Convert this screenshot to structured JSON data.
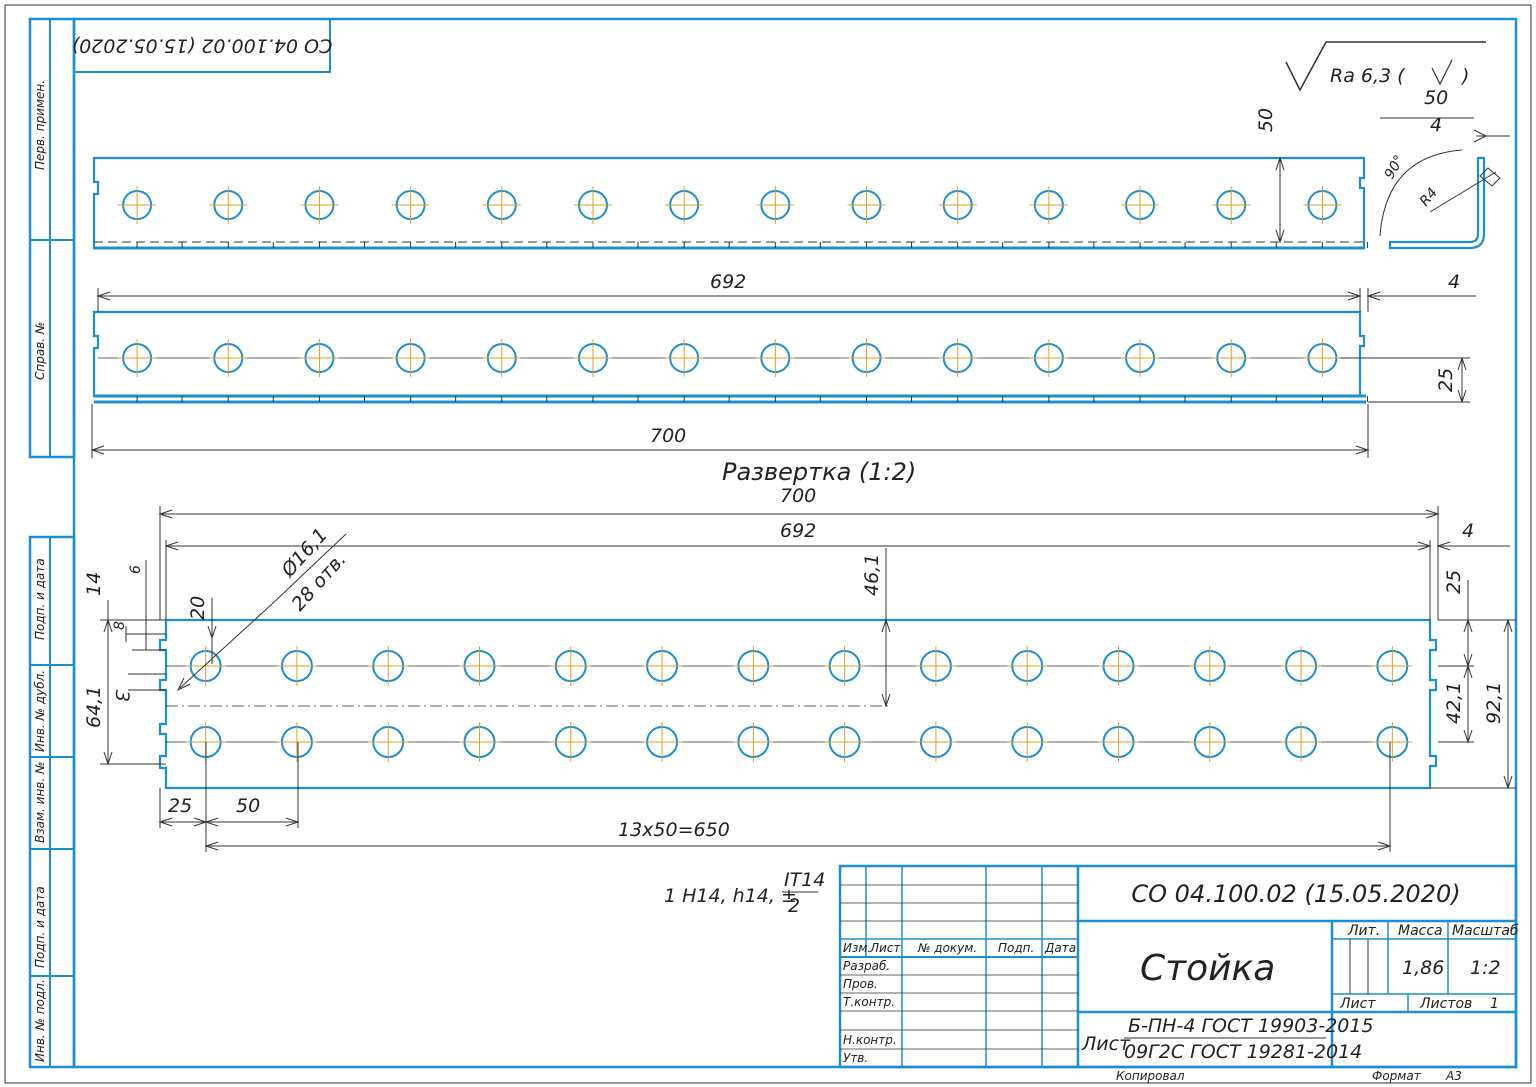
{
  "stamp_top": "СО 04.100.02 (15.05.2020)",
  "roughness": "Ra 6,3 (",
  "roughness_close": ")",
  "side_labels": [
    "Перв. примен.",
    "Справ. №",
    "Подп. и дата",
    "Инв. № дубл.",
    "Взам. инв. №",
    "Подп. и дата",
    "Инв. № подл."
  ],
  "view1": {
    "dim_height": "50"
  },
  "profile": {
    "dim_flange": "50",
    "dim_thickness": "4",
    "angle": "90°",
    "radius": "R4"
  },
  "view2": {
    "dim_inner": "692",
    "dim_thick": "4",
    "dim_total": "700",
    "dim_hole_height": "25"
  },
  "unfold_title": "Развертка (1:2)",
  "flat": {
    "dim_total": "700",
    "dim_inner": "692",
    "dim_thick": "4",
    "hole_dia": "Ø16,1",
    "hole_count": "28 отв.",
    "dim_46": "46,1",
    "dim_25r": "25",
    "dim_14": "14",
    "dim_6": "6",
    "dim_8": "8",
    "dim_20": "20",
    "dim_3": "3",
    "dim_641": "64,1",
    "dim_421": "42,1",
    "dim_921": "92,1",
    "dim_25": "25",
    "dim_50": "50",
    "dim_pitch": "13x50=650"
  },
  "tolerance": {
    "text": "1 H14, h14, ±",
    "num": "IT14",
    "den": "2"
  },
  "title_block": {
    "designation": "СО 04.100.02 (15.05.2020)",
    "name": "Стойка",
    "col_izm": "Изм.",
    "col_list": "Лист",
    "col_doc": "№ докум.",
    "col_podp": "Подп.",
    "col_data": "Дата",
    "row_razrab": "Разраб.",
    "row_prov": "Пров.",
    "row_tkontr": "Т.контр.",
    "row_nkontr": "Н.контр.",
    "row_utv": "Утв.",
    "lit": "Лит.",
    "massa_label": "Масса",
    "masshtab_label": "Масштаб",
    "massa": "1,86",
    "masshtab": "1:2",
    "list_label": "Лист",
    "listov_label": "Листов",
    "listov": "1",
    "material_prefix": "Лист",
    "material_top": "Б-ПН-4 ГОСТ 19903-2015",
    "material_bottom": "09Г2С ГОСТ 19281-2014",
    "kopiroval": "Копировал",
    "format_label": "Формат",
    "format": "А3"
  },
  "hole_x_positions_mm": [
    25,
    75,
    125,
    175,
    225,
    275,
    325,
    375,
    425,
    475,
    525,
    575,
    625,
    675
  ]
}
